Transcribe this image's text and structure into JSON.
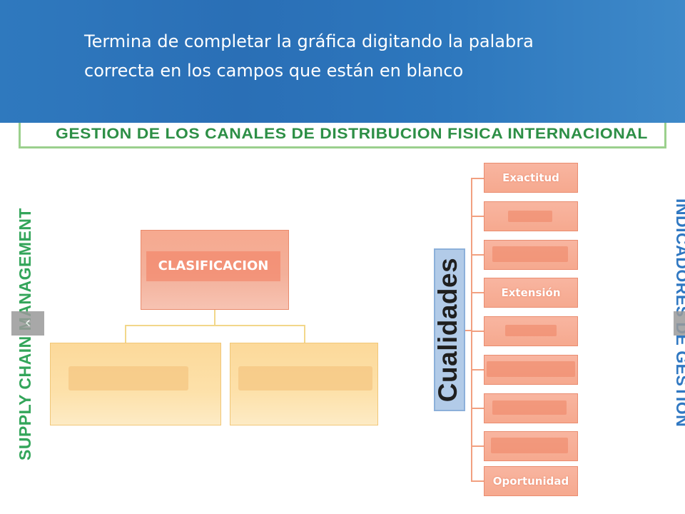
{
  "instruction": {
    "line1": "Termina de completar la gráfica digitando la palabra",
    "line2": "correcta en los campos que están en blanco"
  },
  "diagram": {
    "banner_title": "GESTION DE LOS CANALES DE DISTRIBUCION FISICA INTERNACIONAL",
    "left_side_label": "SUPPLY CHAIN MANAGEMENT",
    "right_side_label": "INDICADORES DE GESTION",
    "classification_box": "CLASIFICACION",
    "blank_children": [
      "",
      ""
    ],
    "qualities_label": "Cualidades",
    "qualities": [
      "Exactitud",
      "",
      "",
      "Extensión",
      "",
      "",
      "",
      "",
      "Oportunidad"
    ]
  },
  "navigation": {
    "prev_icon": "chevron-left-icon",
    "next_icon": "chevron-right-icon"
  },
  "colors": {
    "header_blue": "#2d77bd",
    "banner_green": "#2d8f46",
    "salmon": "#f6a98f",
    "yellow": "#fde1aa",
    "light_blue": "#b2cbe8"
  }
}
